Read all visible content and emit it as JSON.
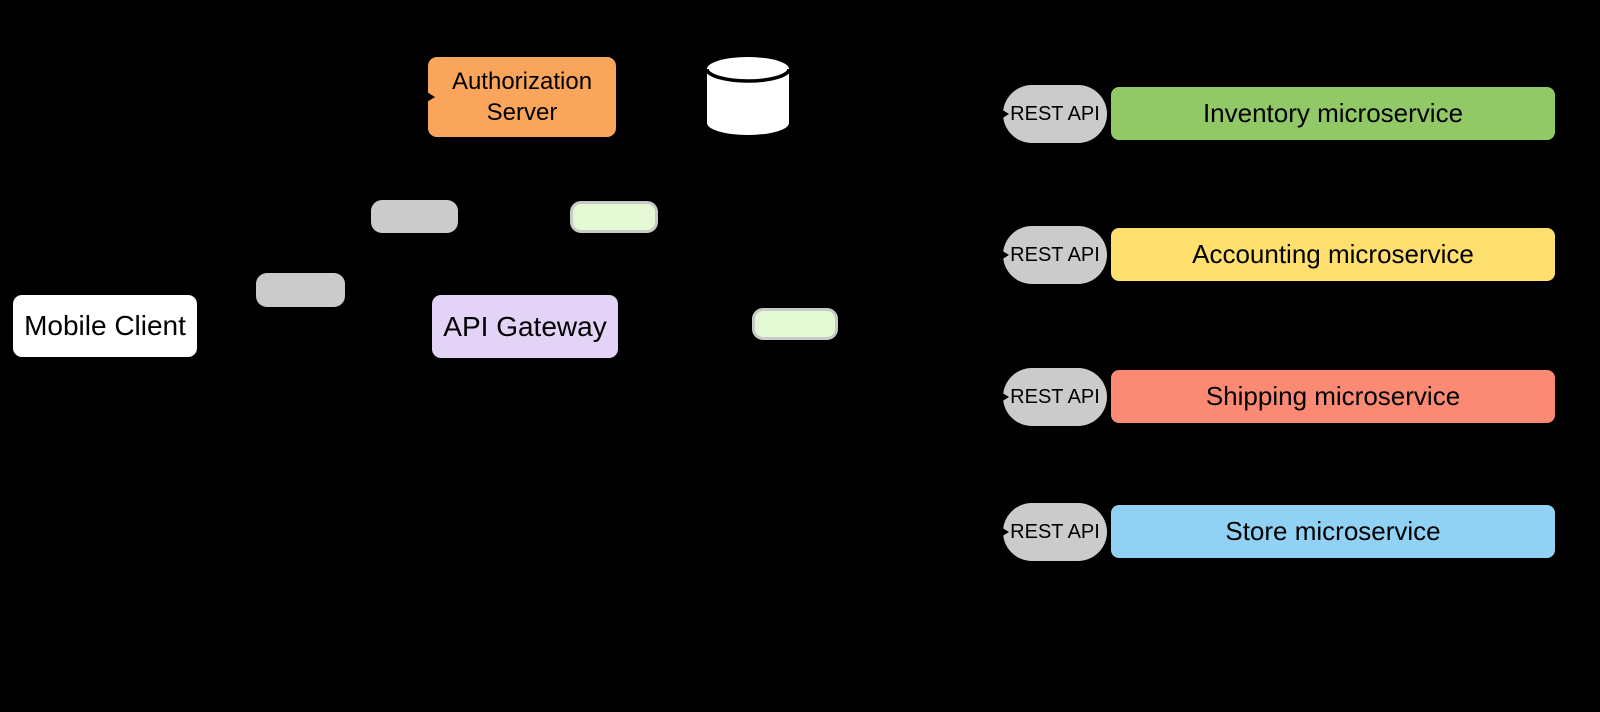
{
  "diagram": {
    "background_color": "#000000",
    "nodes": {
      "mobile_client": {
        "label": "Mobile Client",
        "color": "#FFFFFF"
      },
      "authorization_server": {
        "label": "Authorization Server",
        "color": "#FAA55C"
      },
      "api_gateway": {
        "label": "API Gateway",
        "color": "#E3D3F6"
      },
      "database_cylinder": {
        "color": "#FFFFFF"
      }
    },
    "token_pills": {
      "gray_lower": {
        "color": "#CBCBCB"
      },
      "gray_upper": {
        "color": "#CBCBCB"
      },
      "green_upper": {
        "color": "#E4F8D3"
      },
      "green_lower": {
        "color": "#E4F8D3"
      }
    },
    "services": [
      {
        "api_label": "REST API",
        "name": "Inventory microservice",
        "color": "#92C967",
        "pill_color": "#CBCBCB"
      },
      {
        "api_label": "REST API",
        "name": "Accounting microservice",
        "color": "#FFDF6E",
        "pill_color": "#CBCBCB"
      },
      {
        "api_label": "REST API",
        "name": "Shipping microservice",
        "color": "#FB8A75",
        "pill_color": "#CBCBCB"
      },
      {
        "api_label": "REST API",
        "name": "Store microservice",
        "color": "#90D1F4",
        "pill_color": "#CBCBCB"
      }
    ]
  }
}
